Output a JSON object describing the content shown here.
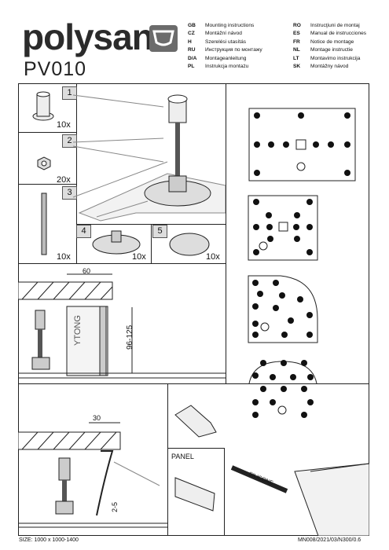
{
  "brand": {
    "name": "polysan",
    "model": "PV010"
  },
  "languages_left": [
    {
      "code": "GB",
      "text": "Mounting instructions"
    },
    {
      "code": "CZ",
      "text": "Montážní návod"
    },
    {
      "code": "H",
      "text": "Szerelési utasítás"
    },
    {
      "code": "RU",
      "text": "Инструкция по монтажу"
    },
    {
      "code": "D/A",
      "text": "Montageanleitung"
    },
    {
      "code": "PL",
      "text": "Instrukcja montażu"
    }
  ],
  "languages_right": [
    {
      "code": "RO",
      "text": "Instrucţiuni de montaj"
    },
    {
      "code": "ES",
      "text": "Manual de instrucciones"
    },
    {
      "code": "FR",
      "text": "Notice de montage"
    },
    {
      "code": "NL",
      "text": "Montage instructie"
    },
    {
      "code": "LT",
      "text": "Montavimo instrukcija"
    },
    {
      "code": "SK",
      "text": "Montážny návod"
    }
  ],
  "parts": [
    {
      "number": "1",
      "qty": "10x"
    },
    {
      "number": "2",
      "qty": "20x"
    },
    {
      "number": "3",
      "qty": "10x"
    },
    {
      "number": "4",
      "qty": "10x"
    },
    {
      "number": "5",
      "qty": "10x"
    }
  ],
  "section_mid": {
    "dim_top": "60",
    "wall_label": "YTONG",
    "dim_height": "96-125"
  },
  "section_low": {
    "dim_top": "30",
    "dim_gap": "2-5",
    "panel_label": "PANEL",
    "silicone_label": "SILICONE"
  },
  "footer": {
    "size": "SIZE: 1000 x 1000-1400",
    "code": "MN008/2021/03/N300/0.6"
  }
}
